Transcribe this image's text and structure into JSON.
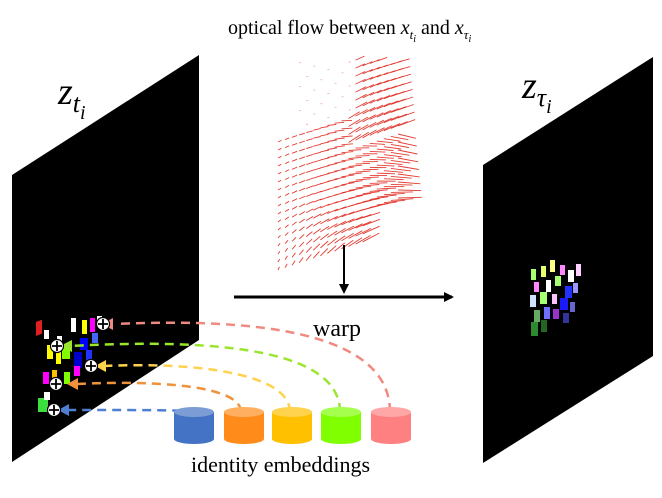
{
  "labels": {
    "flow_title_prefix": "optical flow between",
    "flow_title_sym_a": "x",
    "flow_title_sub_a": "t",
    "flow_title_subsub_a": "i",
    "flow_title_and": "and",
    "flow_title_sym_b": "x",
    "flow_title_sub_b": "τ",
    "flow_title_subsub_b": "i",
    "left_plane_sym": "z",
    "left_plane_sub": "t",
    "left_plane_subsub": "i",
    "right_plane_sym": "z",
    "right_plane_sub": "τ",
    "right_plane_subsub": "i",
    "warp": "warp",
    "identity": "identity embeddings"
  },
  "embeddings": [
    {
      "name": "blue",
      "color": "#4472c4"
    },
    {
      "name": "orange",
      "color": "#ff8c1a"
    },
    {
      "name": "yellow",
      "color": "#ffc000"
    },
    {
      "name": "lime",
      "color": "#7fff00"
    },
    {
      "name": "salmon",
      "color": "#ff8080"
    }
  ],
  "colors": {
    "plane": "#000000",
    "flow": "#e0291f",
    "arrow": "#000000"
  }
}
